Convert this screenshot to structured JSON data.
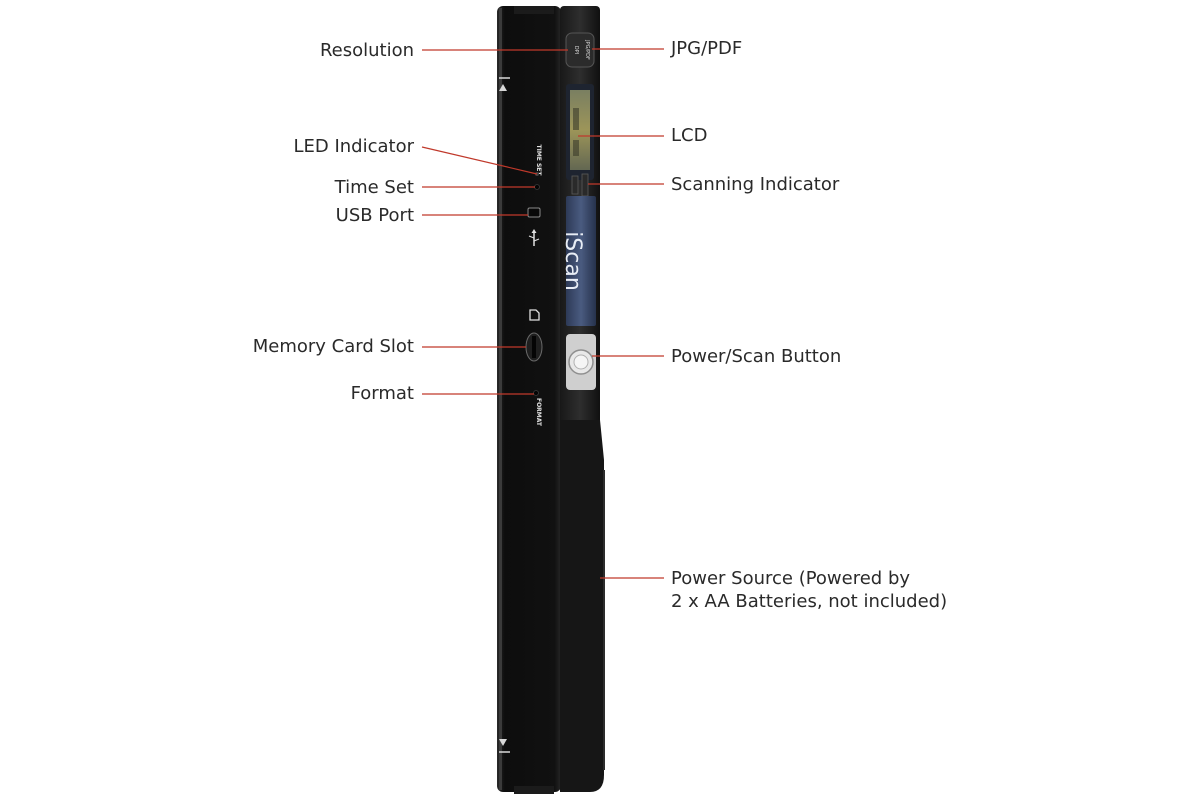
{
  "device": {
    "brand_text": "iScan",
    "side_labels": {
      "time_set": "TIME SET",
      "format": "FORMAT",
      "jpg_pdf": "JPG/PDF",
      "dpi": "DPI"
    }
  },
  "callouts": {
    "resolution": "Resolution",
    "led_indicator": "LED Indicator",
    "time_set": "Time Set",
    "usb_port": "USB Port",
    "memory_card_slot": "Memory Card Slot",
    "format": "Format",
    "jpg_pdf": "JPG/PDF",
    "lcd": "LCD",
    "scanning_indicator": "Scanning Indicator",
    "power_scan_button": "Power/Scan Button",
    "power_source": "Power Source (Powered by\n2 x AA Batteries, not included)"
  },
  "colors": {
    "leader_line": "#c0392b",
    "body": "#141414",
    "label_text": "#2a2a2a",
    "brand_panel": "#3b4a6b"
  }
}
